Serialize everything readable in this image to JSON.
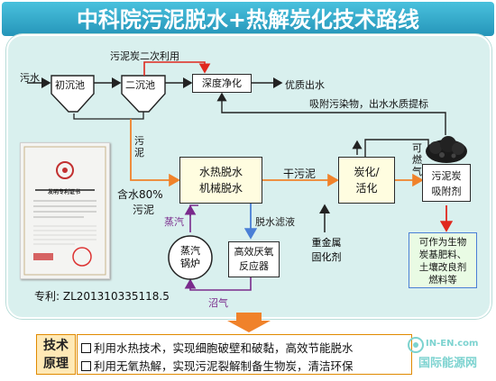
{
  "header": {
    "title": "中科院污泥脱水+热解炭化技术路线",
    "title_bg": "#2aa6c7"
  },
  "panel": {
    "bg": "#d9f0ee"
  },
  "flow": {
    "inlet_label": "污水",
    "tank1_label": "初沉池",
    "tank2_label": "二沉池",
    "deep_label": "深度净化",
    "quality_water_label": "优质出水",
    "recycle_label": "污泥炭二次利用",
    "adsorb_label": "吸附污染物，出水水质提标",
    "sludge_vert_label": "污泥",
    "moist_label": "含水80%",
    "moist_label2": "污泥",
    "hydro_label": "水热脱水",
    "mech_label": "机械脱水",
    "dry_label": "干污泥",
    "carb_label": "炭化/",
    "act_label": "活化",
    "gas_vert_label": "可燃气",
    "char_label1": "污泥炭",
    "char_label2": "吸附剂",
    "steam_label": "蒸汽",
    "filtrate_label": "脱水滤液",
    "boiler_label1": "蒸汽",
    "boiler_label2": "锅炉",
    "anaerobic_label1": "高效厌氧",
    "anaerobic_label2": "反应器",
    "metal_label1": "重金属",
    "metal_label2": "固化剂",
    "biogas_label": "沼气",
    "use_label1": "可作为生物",
    "use_label2": "炭基肥料、",
    "use_label3": "土壤改良剂",
    "use_label4": "燃料等"
  },
  "patent": {
    "number": "专利: ZL201310335118.5",
    "cert_title": "发明专利证书"
  },
  "bottom": {
    "tag_line1": "技术",
    "tag_line2": "原理",
    "line1": "利用水热技术，实现细胞破壁和破黏，高效节能脱水",
    "line2": "利用无氧热解，实现污泥裂解制备生物炭，清洁环保"
  },
  "watermark": {
    "line1": "IN-EN.com",
    "line2": "国际能源网"
  },
  "colors": {
    "orange": "#f0822a",
    "red": "#e0281e",
    "blue": "#4a7fd6",
    "purple": "#7a2a8c",
    "black": "#222222"
  }
}
